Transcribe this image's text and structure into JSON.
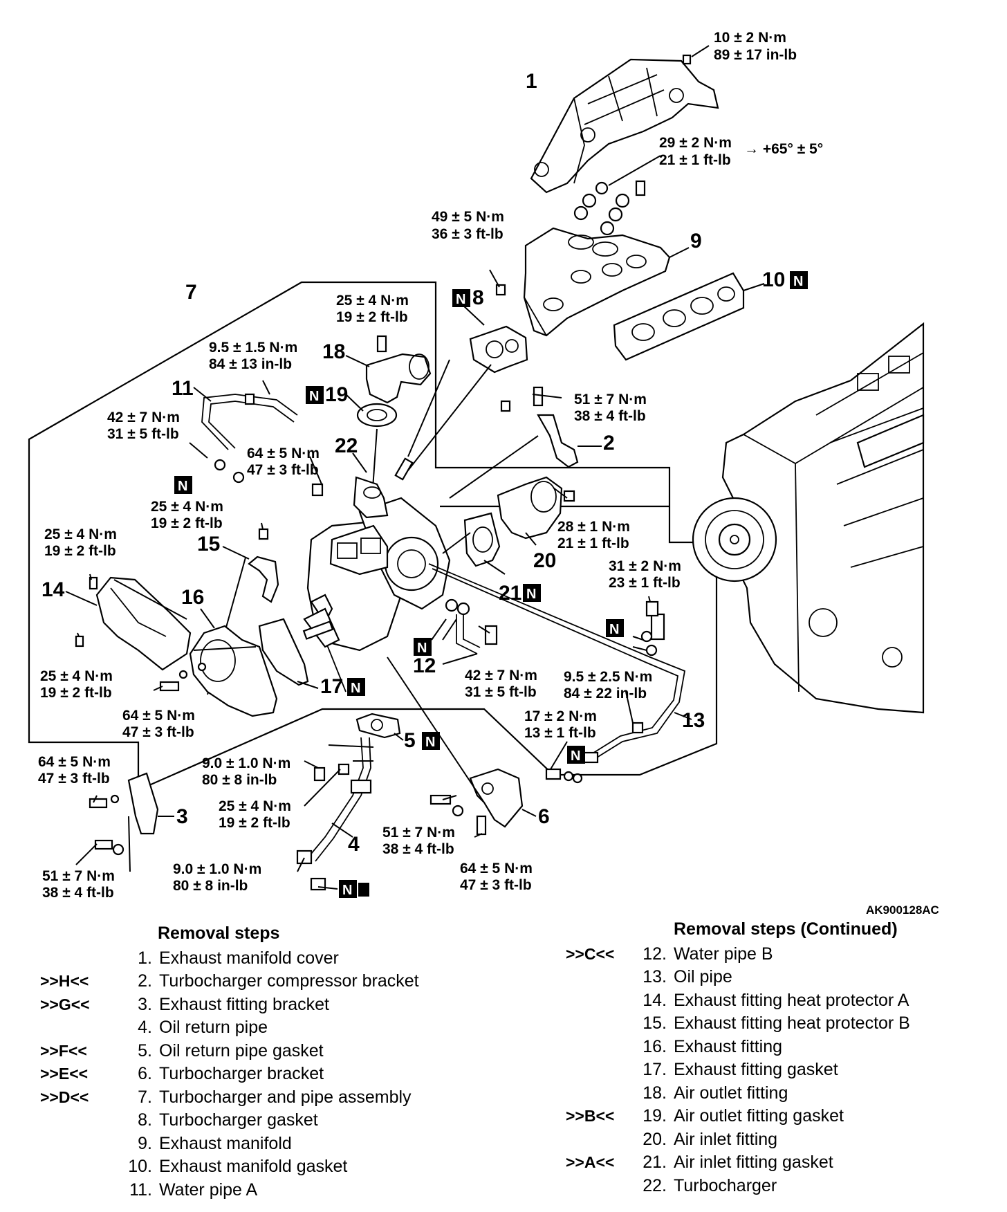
{
  "figure_id": "AK900128AC",
  "n_mark": "N",
  "callouts": {
    "c1": "1",
    "c2": "2",
    "c3": "3",
    "c4": "4",
    "c5": "5",
    "c6": "6",
    "c7": "7",
    "c8": "8",
    "c9": "9",
    "c10": "10",
    "c11": "11",
    "c12": "12",
    "c13": "13",
    "c14": "14",
    "c15": "15",
    "c16": "16",
    "c17": "17",
    "c18": "18",
    "c19": "19",
    "c20": "20",
    "c21": "21",
    "c22": "22"
  },
  "torques": {
    "t_cover": [
      "10 ± 2 N·m",
      "89 ± 17 in-lb"
    ],
    "t_manifold_nut": [
      "29 ± 2 N·m",
      "21 ± 1 ft-lb"
    ],
    "t_manifold_angle": "→ +65° ± 5°",
    "t_49": [
      "49 ± 5 N·m",
      "36 ± 3 ft-lb"
    ],
    "t_18": [
      "25 ± 4 N·m",
      "19 ± 2 ft-lb"
    ],
    "t_wpA": [
      "9.5 ± 1.5 N·m",
      "84 ± 13 in-lb"
    ],
    "t_bracket2": [
      "51 ± 7 N·m",
      "38 ± 4 ft-lb"
    ],
    "t_42a": [
      "42 ± 7 N·m",
      "31 ± 5 ft-lb"
    ],
    "t_64a": [
      "64 ± 5 N·m",
      "47 ± 3 ft-lb"
    ],
    "t_25a": [
      "25 ± 4 N·m",
      "19 ± 2 ft-lb"
    ],
    "t_28": [
      "28 ± 1 N·m",
      "21 ± 1 ft-lb"
    ],
    "t_25b": [
      "25 ± 4 N·m",
      "19 ± 2 ft-lb"
    ],
    "t_31": [
      "31 ± 2 N·m",
      "23 ± 1 ft-lb"
    ],
    "t_25c": [
      "25 ± 4 N·m",
      "19 ± 2 ft-lb"
    ],
    "t_42b": [
      "42 ± 7 N·m",
      "31 ± 5 ft-lb"
    ],
    "t_9525": [
      "9.5 ± 2.5 N·m",
      "84 ± 22 in-lb"
    ],
    "t_64b": [
      "64 ± 5 N·m",
      "47 ± 3 ft-lb"
    ],
    "t_17": [
      "17 ± 2 N·m",
      "13 ± 1 ft-lb"
    ],
    "t_64c": [
      "64 ± 5 N·m",
      "47 ± 3 ft-lb"
    ],
    "t_90a": [
      "9.0 ± 1.0 N·m",
      "80 ± 8 in-lb"
    ],
    "t_25d": [
      "25 ± 4 N·m",
      "19 ± 2 ft-lb"
    ],
    "t_51b": [
      "51 ± 7 N·m",
      "38 ± 4 ft-lb"
    ],
    "t_51c": [
      "51 ± 7 N·m",
      "38 ± 4 ft-lb"
    ],
    "t_90b": [
      "9.0 ± 1.0 N·m",
      "80 ± 8 in-lb"
    ],
    "t_64d": [
      "64 ± 5 N·m",
      "47 ± 3 ft-lb"
    ]
  },
  "removal_steps": {
    "title": "Removal steps",
    "items": [
      {
        "code": "",
        "num": "1.",
        "text": "Exhaust manifold cover"
      },
      {
        "code": ">>H<<",
        "num": "2.",
        "text": "Turbocharger compressor bracket"
      },
      {
        "code": ">>G<<",
        "num": "3.",
        "text": "Exhaust fitting bracket"
      },
      {
        "code": "",
        "num": "4.",
        "text": "Oil return pipe"
      },
      {
        "code": ">>F<<",
        "num": "5.",
        "text": "Oil return pipe gasket"
      },
      {
        "code": ">>E<<",
        "num": "6.",
        "text": "Turbocharger bracket"
      },
      {
        "code": ">>D<<",
        "num": "7.",
        "text": "Turbocharger and pipe assembly"
      },
      {
        "code": "",
        "num": "8.",
        "text": "Turbocharger gasket"
      },
      {
        "code": "",
        "num": "9.",
        "text": "Exhaust manifold"
      },
      {
        "code": "",
        "num": "10.",
        "text": "Exhaust manifold gasket"
      },
      {
        "code": "",
        "num": "11.",
        "text": "Water pipe A"
      }
    ]
  },
  "removal_steps_cont": {
    "title": "Removal steps (Continued)",
    "items": [
      {
        "code": ">>C<<",
        "num": "12.",
        "text": "Water pipe B"
      },
      {
        "code": "",
        "num": "13.",
        "text": "Oil pipe"
      },
      {
        "code": "",
        "num": "14.",
        "text": "Exhaust fitting heat protector A"
      },
      {
        "code": "",
        "num": "15.",
        "text": "Exhaust fitting heat protector B"
      },
      {
        "code": "",
        "num": "16.",
        "text": "Exhaust fitting"
      },
      {
        "code": "",
        "num": "17.",
        "text": "Exhaust fitting gasket"
      },
      {
        "code": "",
        "num": "18.",
        "text": "Air outlet fitting"
      },
      {
        "code": ">>B<<",
        "num": "19.",
        "text": "Air outlet fitting gasket"
      },
      {
        "code": "",
        "num": "20.",
        "text": "Air inlet fitting"
      },
      {
        "code": ">>A<<",
        "num": "21.",
        "text": "Air inlet fitting gasket"
      },
      {
        "code": "",
        "num": "22.",
        "text": "Turbocharger"
      }
    ]
  }
}
